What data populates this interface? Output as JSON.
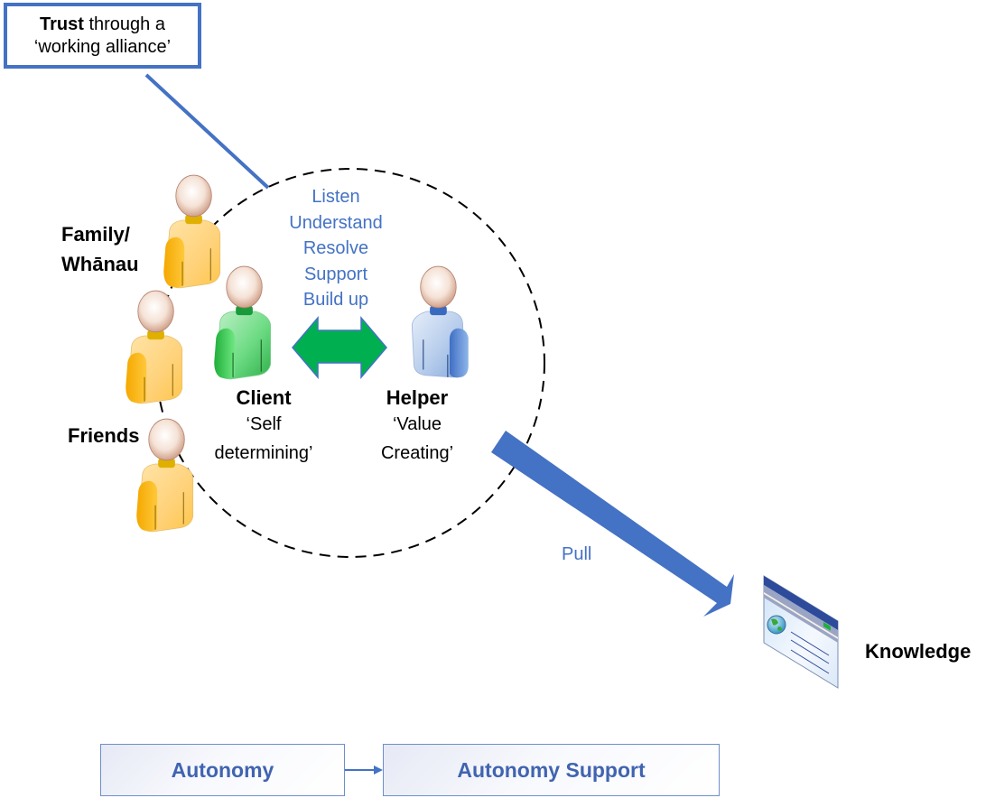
{
  "callout": {
    "bold": "Trust",
    "line1_rest": " through a",
    "line2": "‘working alliance’"
  },
  "circle_verbs": [
    "Listen",
    "Understand",
    "Resolve",
    "Support",
    "Build up"
  ],
  "people": {
    "family_label_line1": "Family/",
    "family_label_line2": "Whānau",
    "friends_label": "Friends",
    "client": {
      "title": "Client",
      "sub_line1": "‘Self",
      "sub_line2": "determining’"
    },
    "helper": {
      "title": "Helper",
      "sub_line1": "‘Value",
      "sub_line2": "Creating’"
    }
  },
  "pull_arrow": {
    "label": "Pull"
  },
  "knowledge": {
    "label": "Knowledge",
    "icon": "web-page-icon"
  },
  "flow": {
    "from": "Autonomy",
    "to": "Autonomy Support"
  },
  "colors": {
    "accent_blue": "#4472c4",
    "arrow_green": "#00b050",
    "family_orange": "#ffc000",
    "client_green": "#33cc55",
    "helper_blue": "#8fb3e0"
  }
}
